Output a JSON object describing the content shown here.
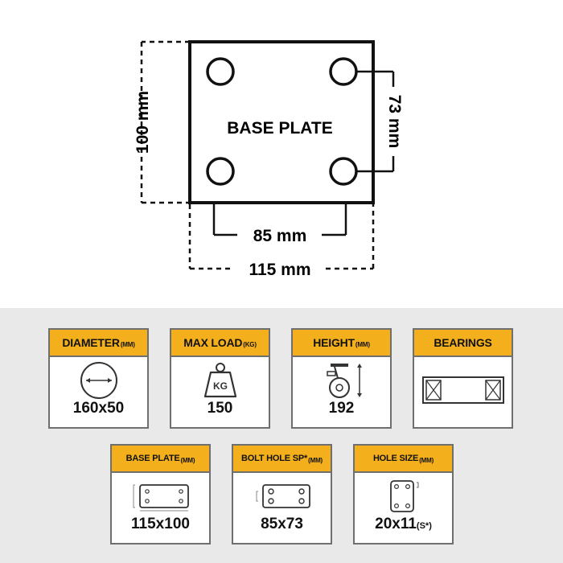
{
  "diagram": {
    "plate_label": "BASE PLATE",
    "dim_height": "100 mm",
    "dim_hole_vertical": "73 mm",
    "dim_hole_horizontal": "85 mm",
    "dim_width": "115 mm"
  },
  "colors": {
    "accent": "#f4b01c",
    "panel": "#e9e9e9",
    "border": "#6f6f6f"
  },
  "specs": [
    {
      "title": "DIAMETER",
      "unit": "(MM)",
      "value": "160x50",
      "icon": "diameter-icon"
    },
    {
      "title": "MAX LOAD",
      "unit": "(KG)",
      "value": "150",
      "icon": "weight-icon",
      "icon_text": "KG"
    },
    {
      "title": "HEIGHT",
      "unit": "(MM)",
      "value": "192",
      "icon": "caster-height-icon"
    },
    {
      "title": "BEARINGS",
      "unit": "",
      "value": "",
      "icon": "bearings-icon"
    },
    {
      "title": "BASE PLATE",
      "unit": "(MM)",
      "value": "115x100",
      "icon": "base-plate-icon"
    },
    {
      "title": "BOLT HOLE SP*",
      "unit": "(MM)",
      "value": "85x73",
      "icon": "bolt-hole-icon"
    },
    {
      "title": "HOLE SIZE",
      "unit": "(MM)",
      "value": "20x11",
      "value_suffix": "(S*)",
      "icon": "hole-size-icon"
    }
  ]
}
